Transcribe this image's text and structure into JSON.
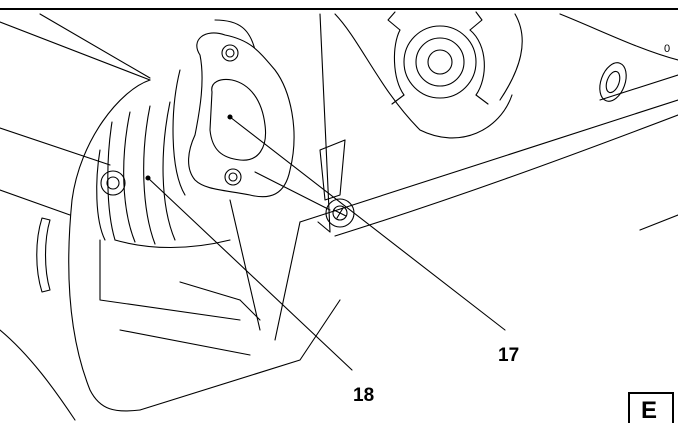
{
  "callouts": [
    {
      "id": "17",
      "text": "17"
    },
    {
      "id": "18",
      "text": "18"
    }
  ],
  "section_letter": "E",
  "colors": {
    "ink": "#000000",
    "paper": "#ffffff",
    "shade": "#f2f2f2"
  }
}
